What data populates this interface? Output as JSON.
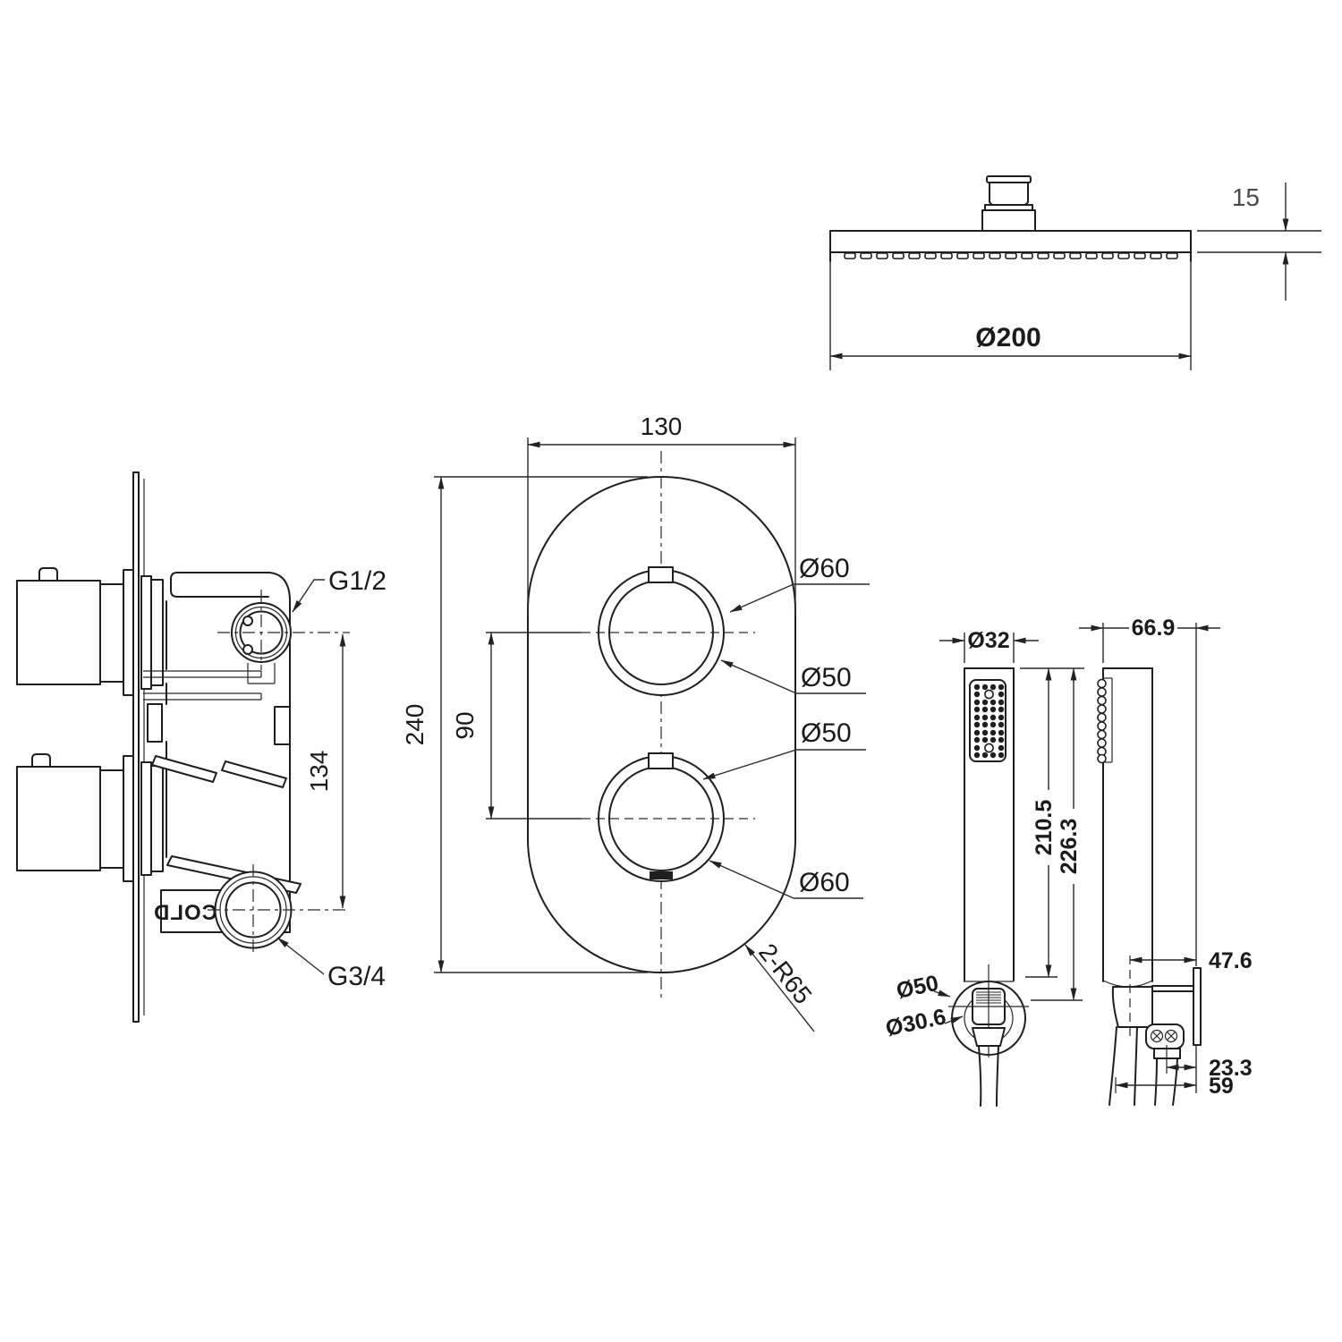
{
  "drawing": {
    "overhead_shower": {
      "thickness_mm": "15",
      "diameter_label": "Ø200"
    },
    "valve_body": {
      "top_port_thread": "G1/2",
      "bottom_port_thread": "G3/4",
      "port_spacing_mm": "134",
      "marking": "COLD"
    },
    "valve_trim": {
      "width_mm": "130",
      "height_mm": "240",
      "handle_spacing_mm": "90",
      "top_handle_outer": "Ø60",
      "top_handle_inner": "Ø50",
      "bottom_handle_inner": "Ø50",
      "bottom_handle_outer": "Ø60",
      "corner_radius": "2-R65"
    },
    "handset_front": {
      "diameter": "Ø32",
      "length_to_holder": "210.5",
      "overall_length": "226.3",
      "holder_outer": "Ø50",
      "holder_inner": "Ø30.6"
    },
    "handset_side": {
      "depth": "66.9",
      "holder_depth": "47.6",
      "outlet_offset": "23.3",
      "hose_offset": "59"
    }
  }
}
